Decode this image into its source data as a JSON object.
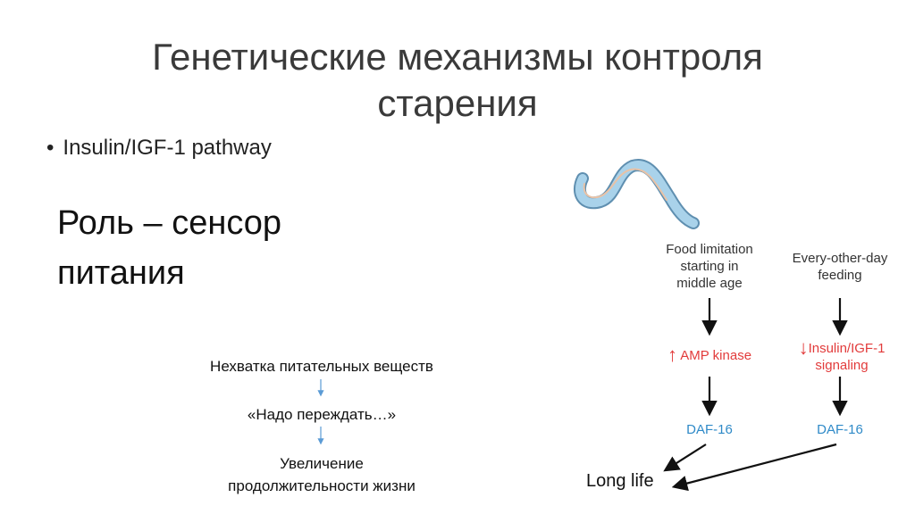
{
  "title_lines": [
    "Генетические механизмы контроля",
    "старения"
  ],
  "bullet": {
    "text": "Insulin/IGF-1 pathway"
  },
  "role_lines": [
    "Роль – сенсор",
    "питания"
  ],
  "left_flow": {
    "step1": "Нехватка питательных веществ",
    "step2": "«Надо переждать…»",
    "step3_lines": [
      "Увеличение",
      "продолжительности жизни"
    ],
    "arrow_color": "#5b9bd5"
  },
  "right_diagram": {
    "col1": {
      "condition_lines": [
        "Food limitation",
        "starting in",
        "middle age"
      ],
      "effect_arrow": "↑",
      "effect": "AMP kinase",
      "target": "DAF-16"
    },
    "col2": {
      "condition_lines": [
        "Every-other-day",
        "feeding"
      ],
      "effect_arrow": "↓",
      "effect_lines": [
        "Insulin/IGF-1",
        "signaling"
      ],
      "target": "DAF-16"
    },
    "outcome": "Long life",
    "colors": {
      "effect": "#e23b3b",
      "target": "#2f8ac8",
      "arrow": "#111111"
    }
  },
  "worm": {
    "icon": "worm-icon",
    "color": "#7fb6d8"
  }
}
